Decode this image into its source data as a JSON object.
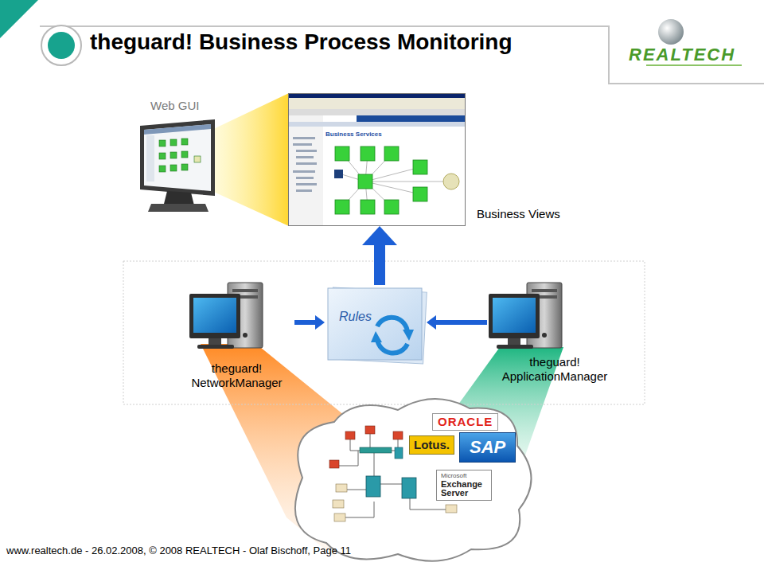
{
  "diagram": {
    "title": "theguard! Business Process Monitoring",
    "nodes": [
      {
        "text": [
          "Web GUI"
        ]
      },
      {
        "text": [
          "Business Services",
          "Business Views"
        ]
      },
      {
        "text": [
          "theguard! NetworkManager"
        ]
      },
      {
        "text": [
          "Rules"
        ]
      },
      {
        "text": [
          "theguard! ApplicationManager"
        ]
      },
      {
        "text": [
          "ORACLE"
        ]
      },
      {
        "text": [
          "Lotus."
        ]
      },
      {
        "text": [
          "SAP"
        ]
      },
      {
        "text": [
          "Microsoft",
          "Exchange Server"
        ]
      }
    ],
    "edges": [
      {
        "from": 2,
        "to": 3,
        "arrow": "to"
      },
      {
        "from": 4,
        "to": 3,
        "arrow": "to"
      },
      {
        "from": 3,
        "to": 1,
        "arrow": "to"
      }
    ],
    "labels": [
      "REALTECH",
      "www.realtech.de - 26.02.2008, © 2008 REALTECH - Olaf Bischoff, Page 11"
    ]
  }
}
